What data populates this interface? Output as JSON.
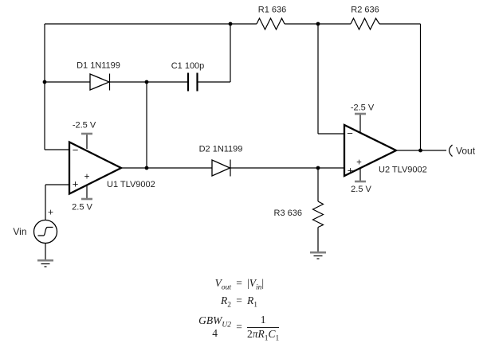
{
  "colors": {
    "wire": "#000000",
    "supply_bar": "#808080",
    "text": "#1f1f1f"
  },
  "components": {
    "r1": {
      "label": "R1 636"
    },
    "r2": {
      "label": "R2 636"
    },
    "r3": {
      "label": "R3 636"
    },
    "d1": {
      "label": "D1 1N1199"
    },
    "d2": {
      "label": "D2 1N1199"
    },
    "c1": {
      "label": "C1 100p"
    },
    "u1": {
      "label": "U1 TLV9002",
      "neg_supply": "-2.5 V",
      "pos_supply": "2.5 V",
      "inv_sign": "−",
      "noninv_sign": "+",
      "supply_sign": "+"
    },
    "u2": {
      "label": "U2 TLV9002",
      "neg_supply": "-2.5 V",
      "pos_supply": "2.5 V",
      "inv_sign": "−",
      "noninv_sign": "+",
      "supply_sign": "+"
    },
    "vin": {
      "label": "Vin",
      "plus": "+"
    },
    "vout": {
      "label": "Vout"
    }
  },
  "equations": {
    "eq1": {
      "lhs_var": "V",
      "lhs_sub": "out",
      "sign": "=",
      "bar_open": "|",
      "rhs_var": "V",
      "rhs_sub": "in",
      "bar_close": "|"
    },
    "eq2": {
      "lhs_var": "R",
      "lhs_sub": "2",
      "sign": "=",
      "rhs_var": "R",
      "rhs_sub": "1"
    },
    "eq3": {
      "num_var": "GBW",
      "num_sub": "U2",
      "den": "4",
      "sign": "=",
      "rhs_num": "1",
      "den_coef": "2",
      "den_pi": "π",
      "den_v1": "R",
      "den_s1": "1",
      "den_v2": "C",
      "den_s2": "1"
    }
  }
}
